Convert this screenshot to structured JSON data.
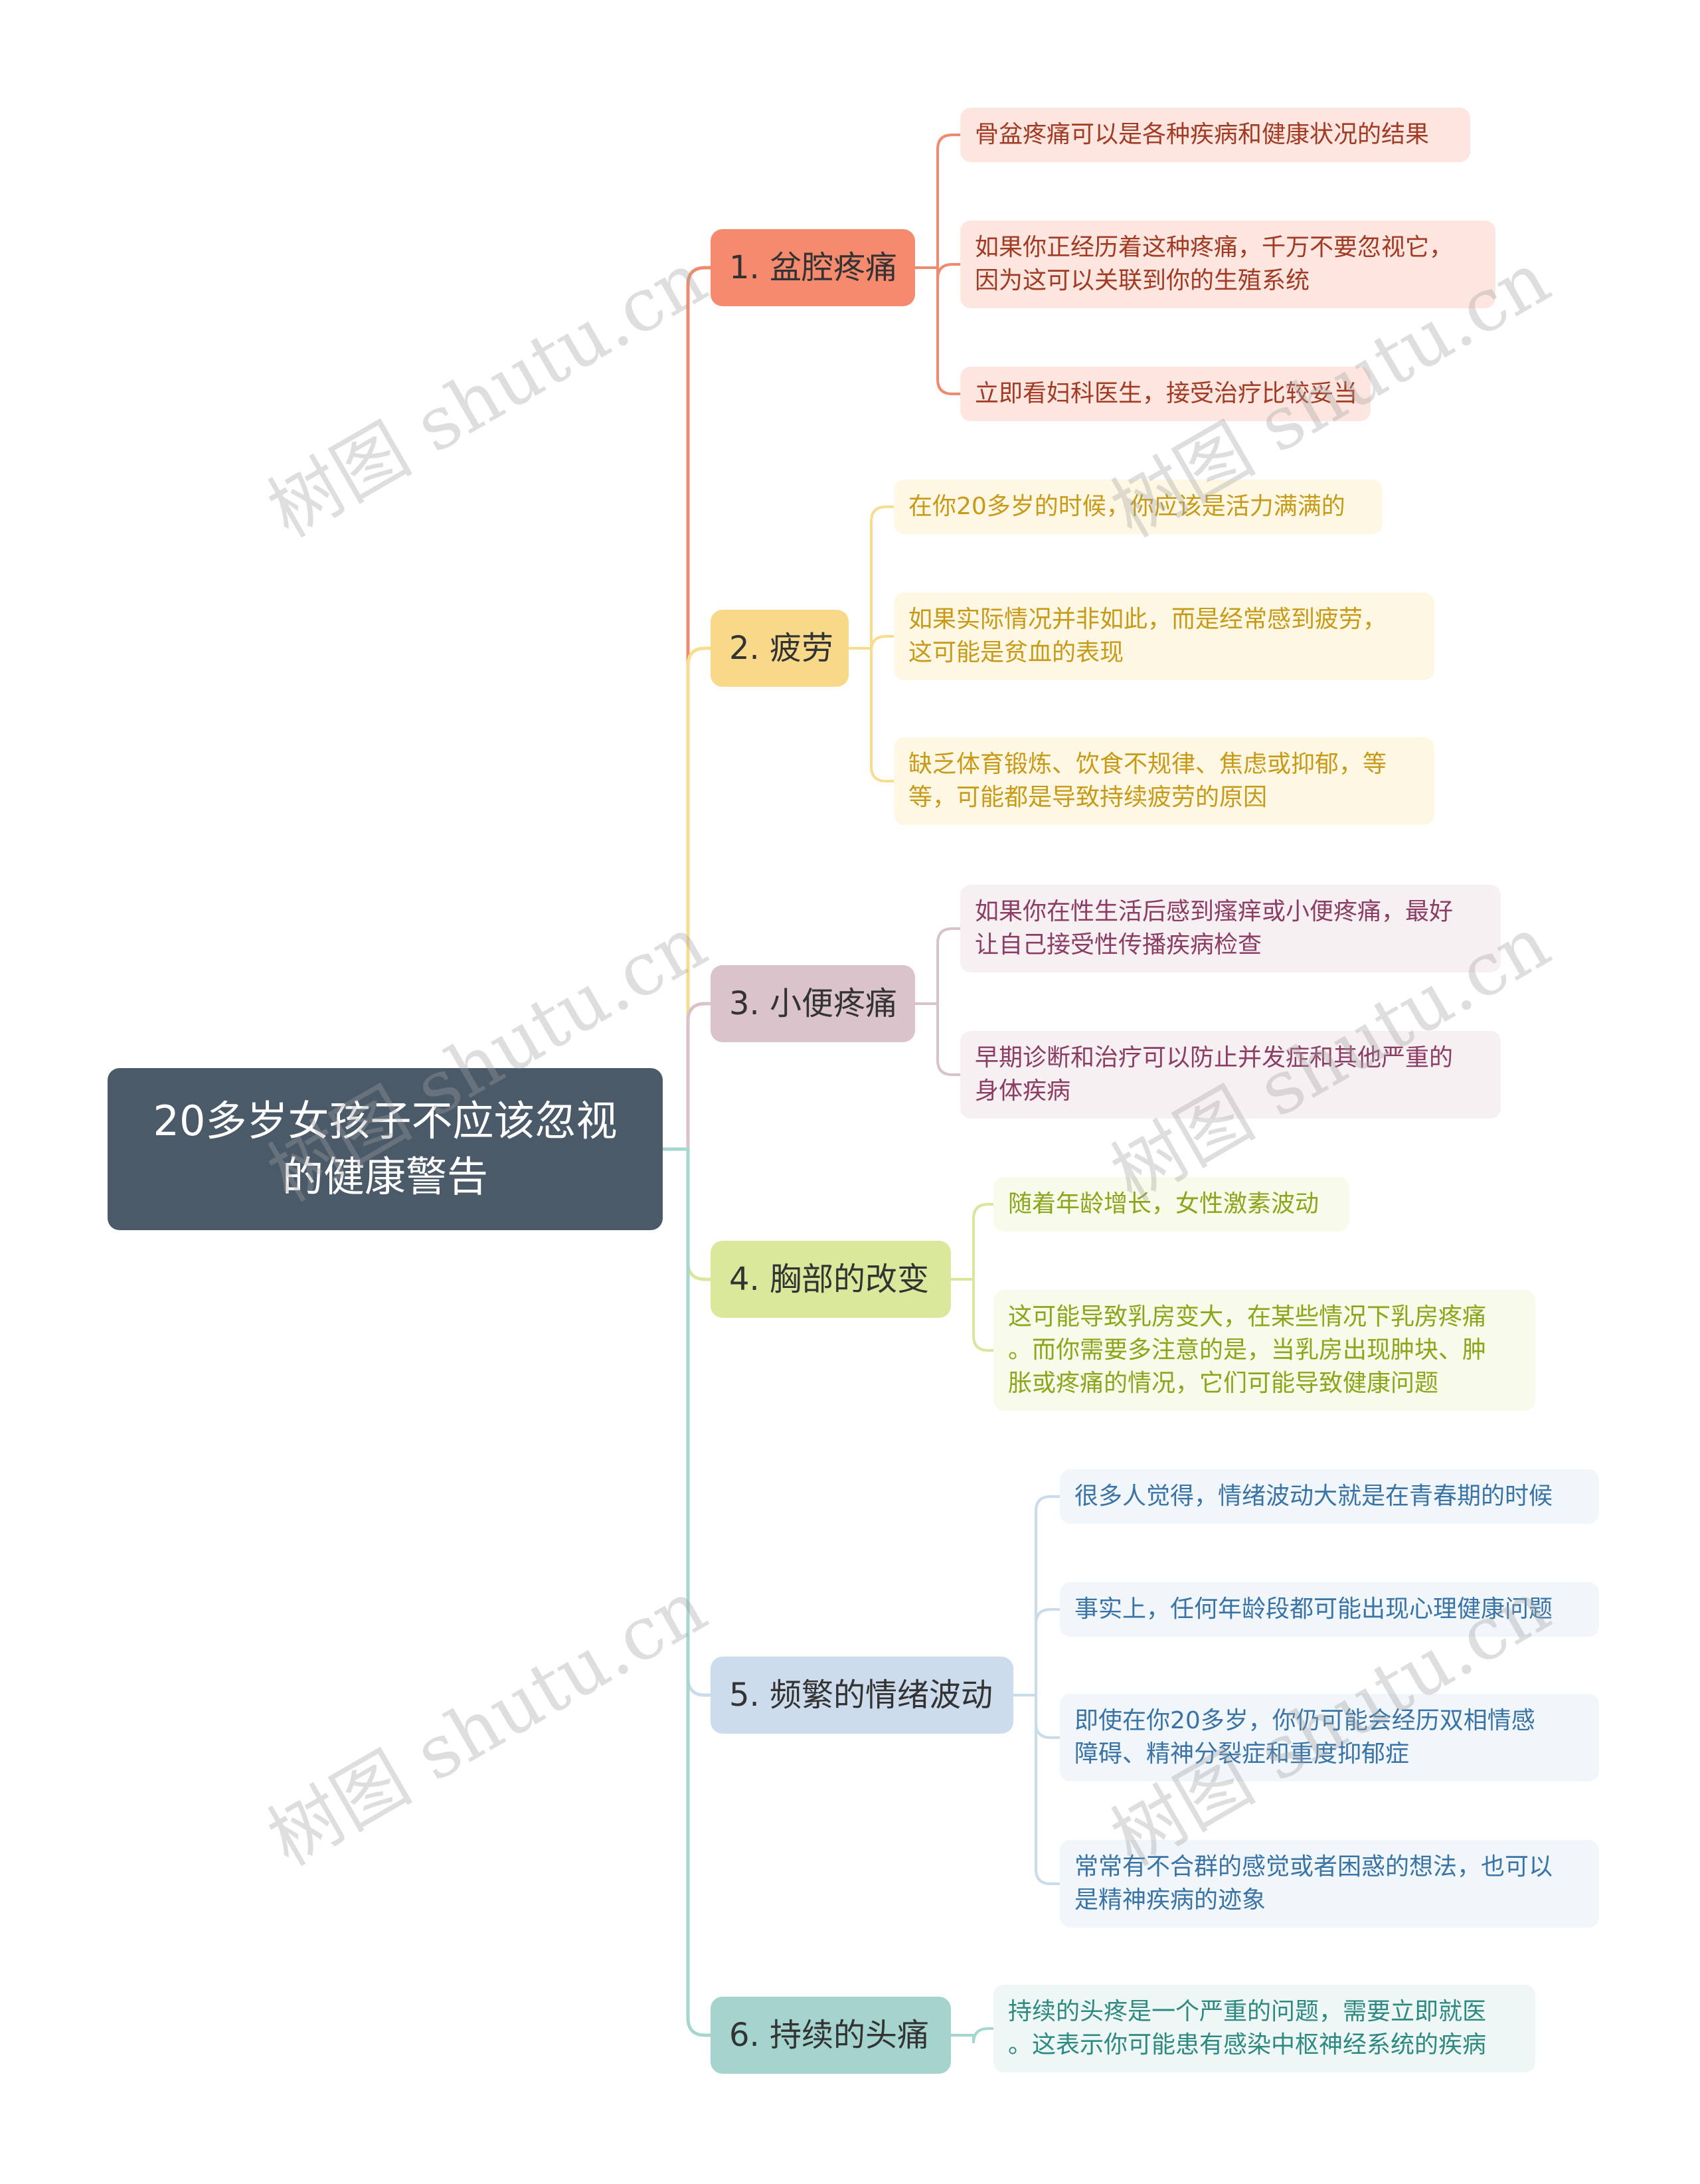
{
  "root": {
    "line1": "20多岁女孩子不应该忽视",
    "line2": "的健康警告"
  },
  "branches": [
    {
      "label": "1. 盆腔疼痛",
      "color": "#f08a6e",
      "bg": "#f58a6f",
      "leaf_bg": "#fde6e0",
      "leaf_color": "#a23b24",
      "leaves": [
        [
          "骨盆疼痛可以是各种疾病和健康状况的结果"
        ],
        [
          "如果你正经历着这种疼痛，千万不要忽视它，",
          "因为这可以关联到你的生殖系统"
        ],
        [
          "立即看妇科医生，接受治疗比较妥当"
        ]
      ]
    },
    {
      "label": "2. 疲劳",
      "color": "#f7dd8e",
      "bg": "#f8d98a",
      "leaf_bg": "#fef7e4",
      "leaf_color": "#c79a18",
      "leaves": [
        [
          "在你20多岁的时候，你应该是活力满满的"
        ],
        [
          "如果实际情况并非如此，而是经常感到疲劳，",
          "这可能是贫血的表现"
        ],
        [
          "缺乏体育锻炼、饮食不规律、焦虑或抑郁，等",
          "等，可能都是导致持续疲劳的原因"
        ]
      ]
    },
    {
      "label": "3. 小便疼痛",
      "color": "#d9c2cc",
      "bg": "#dbc3cc",
      "leaf_bg": "#f7f0f3",
      "leaf_color": "#8c3d64",
      "leaves": [
        [
          "如果你在性生活后感到瘙痒或小便疼痛，最好",
          "让自己接受性传播疾病检查"
        ],
        [
          "早期诊断和治疗可以防止并发症和其他严重的",
          "身体疾病"
        ]
      ]
    },
    {
      "label": "4. 胸部的改变",
      "color": "#d8e79c",
      "bg": "#d9e89b",
      "leaf_bg": "#f8fbe9",
      "leaf_color": "#8aa61c",
      "leaves": [
        [
          "随着年龄增长，女性激素波动"
        ],
        [
          "这可能导致乳房变大，在某些情况下乳房疼痛",
          "。而你需要多注意的是，当乳房出现肿块、肿",
          "胀或疼痛的情况，它们可能导致健康问题"
        ]
      ]
    },
    {
      "label": "5. 频繁的情绪波动",
      "color": "#cadbeb",
      "bg": "#cddcec",
      "leaf_bg": "#f1f6fa",
      "leaf_color": "#3a74a6",
      "leaves": [
        [
          "很多人觉得，情绪波动大就是在青春期的时候"
        ],
        [
          "事实上，任何年龄段都可能出现心理健康问题"
        ],
        [
          "即使在你20多岁，你仍可能会经历双相情感",
          "障碍、精神分裂症和重度抑郁症"
        ],
        [
          "常常有不合群的感觉或者困惑的想法，也可以",
          "是精神疾病的迹象"
        ]
      ]
    },
    {
      "label": "6. 持续的头痛",
      "color": "#a6d6d0",
      "bg": "#a5d4ce",
      "leaf_bg": "#eef7f6",
      "leaf_color": "#2e8a80",
      "leaves": [
        [
          "持续的头疼是一个严重的问题，需要立即就医",
          "。这表示你可能患有感染中枢神经系统的疾病"
        ]
      ]
    }
  ],
  "watermark": "树图 shutu.cn",
  "trunk_color": "#a6d6d0"
}
